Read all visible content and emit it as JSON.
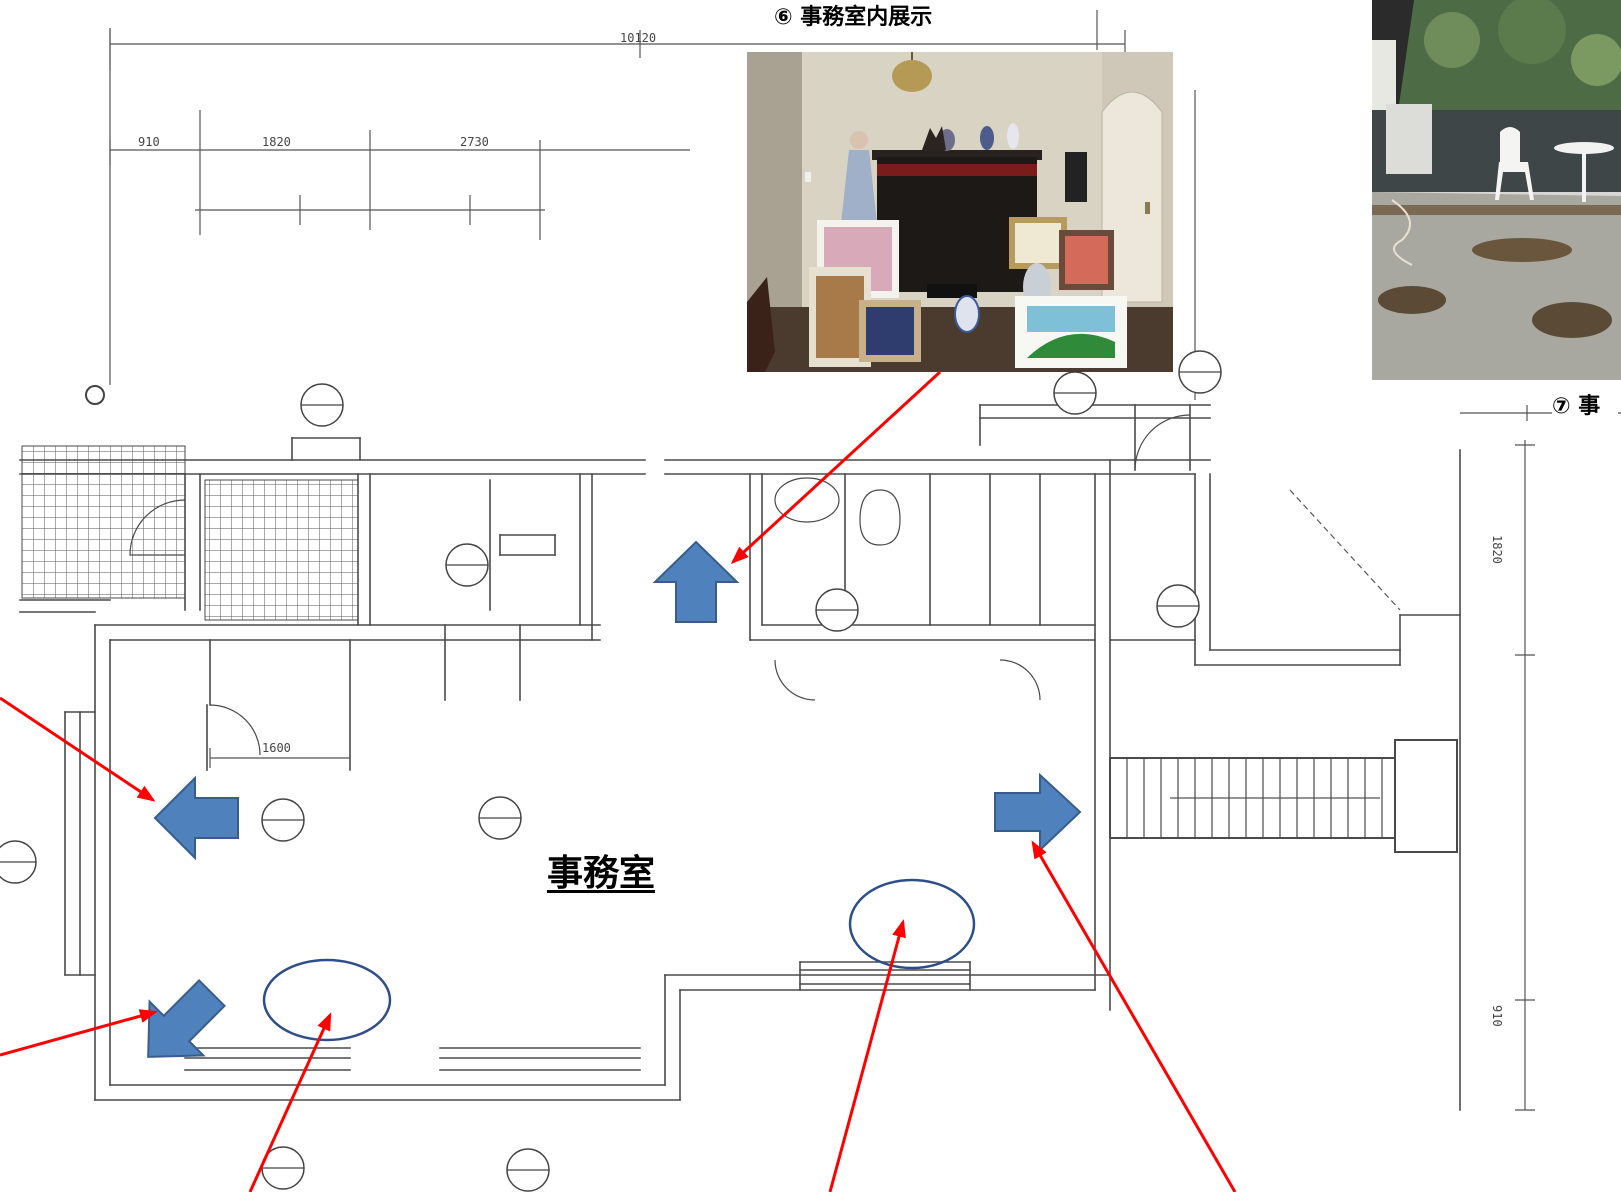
{
  "captions": {
    "photo6": "⑥ 事務室内展示",
    "photo7": "⑦ 事"
  },
  "room": {
    "label": "事務室"
  },
  "dimensions": {
    "overall": "10120",
    "top_a": "910",
    "top_b": "1820",
    "top_c": "2730",
    "closet": "1600",
    "right_a": "1820",
    "right_b": "910"
  },
  "colors": {
    "direction_arrow_fill": "#4f81bd",
    "direction_arrow_stroke": "#385d8a",
    "pointer_line": "#ff0000",
    "highlight_ellipse": "#2e4e8a"
  }
}
